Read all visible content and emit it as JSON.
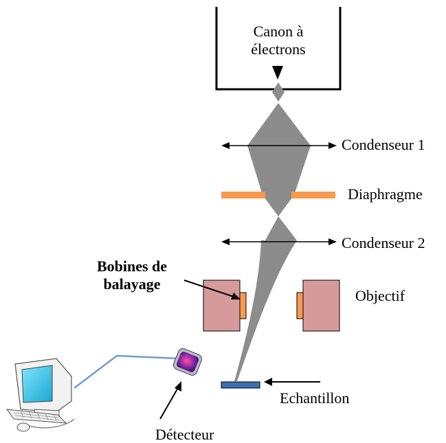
{
  "labels": {
    "gun_line1": "Canon à",
    "gun_line2": "électrons",
    "condenser1": "Condenseur  1",
    "diaphragm": "Diaphragme",
    "condenser2": "Condenseur  2",
    "coils_line1": "Bobines de",
    "coils_line2": "balayage",
    "objective": "Objectif",
    "sample": "Echantillon",
    "detector": "Détecteur"
  },
  "colors": {
    "beam": "#8c8c8c",
    "diaphragm": "#f79a4f",
    "lens_block": "#d69a9a",
    "coil": "#f79a4f",
    "sample": "#3a6fb5",
    "cable": "#6f9bd6",
    "monitor_screen": "#38c8e8",
    "computer_body": "#f2f2f2"
  }
}
